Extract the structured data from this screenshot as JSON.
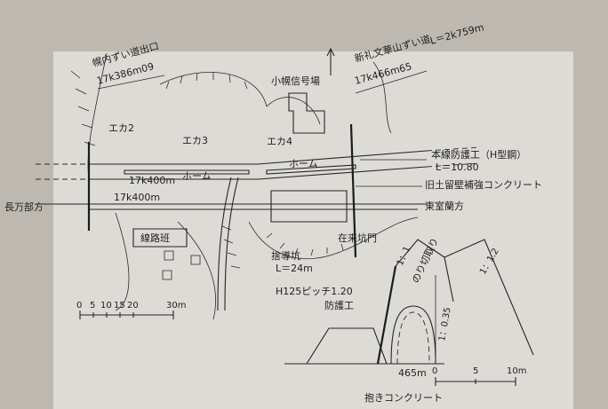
{
  "labels": {
    "horonai_exit": "幌内ずい道出口",
    "horonai_km": "17k386m09",
    "new_tunnel": "新礼文華山ずい道",
    "new_tunnel_len": "L＝2k759m",
    "new_tunnel_km": "17k466m65",
    "komaba_station": "小幌信号場",
    "eka2": "エカ2",
    "eka3": "エカ3",
    "eka4": "エカ4",
    "km400_upper": "17k400m",
    "km400_lower": "17k400m",
    "home_left": "ホーム",
    "home_right": "ホーム",
    "protection": "本線防護工（H型鋼）",
    "protection_len": "L＝10.80",
    "old_wall": "旧土留壁補強コンクリート",
    "oshamambe_side": "長万部方",
    "higashimuroran_side": "東室蘭方",
    "senroban": "線路班",
    "existing_portal": "在来坑門",
    "guide_tunnel": "捨導坑",
    "guide_len": "L＝24m",
    "h125": "H125ピッチ1.20",
    "protection2": "防護工",
    "slope_cut": "のり切取り",
    "slope_11": "1：1",
    "slope_112": "1：1.2",
    "slope_035": "1：0.35",
    "width_465": "465m",
    "dakicon": "抱きコンクリート"
  },
  "scale1": {
    "ticks": [
      "0",
      "5",
      "10",
      "15",
      "20"
    ],
    "end": "30m"
  },
  "scale2": {
    "ticks": [
      "0",
      "5"
    ],
    "end": "10m"
  }
}
